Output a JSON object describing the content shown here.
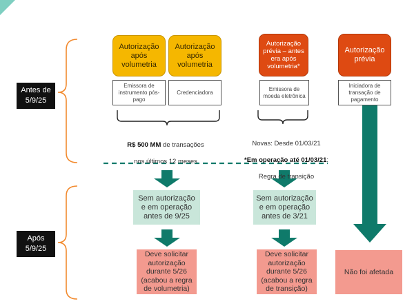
{
  "sections": {
    "before_label": "Antes de\n5/9/25",
    "after_label": "Após\n5/9/25"
  },
  "top_boxes": [
    {
      "label": "Autorização\napós\nvolumetria"
    },
    {
      "label": "Autorização\napós\nvolumetria"
    },
    {
      "label": "Autorização\nprévia – antes\nera após\nvolumetria*"
    },
    {
      "label": "Autorização\nprévia"
    }
  ],
  "sub_boxes": [
    {
      "label": "Emissora de\ninstrumento pós-\npago"
    },
    {
      "label": "Credenciadora"
    },
    {
      "label": "Emissora de\nmoeda eletrônica"
    },
    {
      "label": "Iniciadora de\ntransação de\npagamento"
    }
  ],
  "notes": {
    "volumetria_bold": "R$ 500 MM",
    "volumetria_rest": " de transações",
    "volumetria_line2": "nos últimos 12 meses",
    "novas_bold": "Novas",
    "novas_rest": ": Desde 01/03/21",
    "operacao_bold": "*Em operação até 01/03/21",
    "operacao_rest": ":",
    "operacao_line2": "Regra de transição"
  },
  "status_boxes": [
    {
      "label": "Sem autorização\ne em operação\nantes de 9/25"
    },
    {
      "label": "Sem autorização\ne em operação\nantes de 3/21"
    }
  ],
  "result_boxes": [
    {
      "label": "Deve solicitar\nautorização\ndurante 5/26\n(acabou a regra\nde volumetria)"
    },
    {
      "label": "Deve solicitar\nautorização\ndurante 5/26\n(acabou a regra\nde transição)"
    },
    {
      "label": "Não foi afetada"
    }
  ],
  "colors": {
    "amber": "#f5b700",
    "red_orange": "#de4a12",
    "teal_arrow": "#0f7a6a",
    "green_box": "#c9e6da",
    "pink_box": "#f39a8f",
    "bracket_orange": "#f28a2e"
  }
}
